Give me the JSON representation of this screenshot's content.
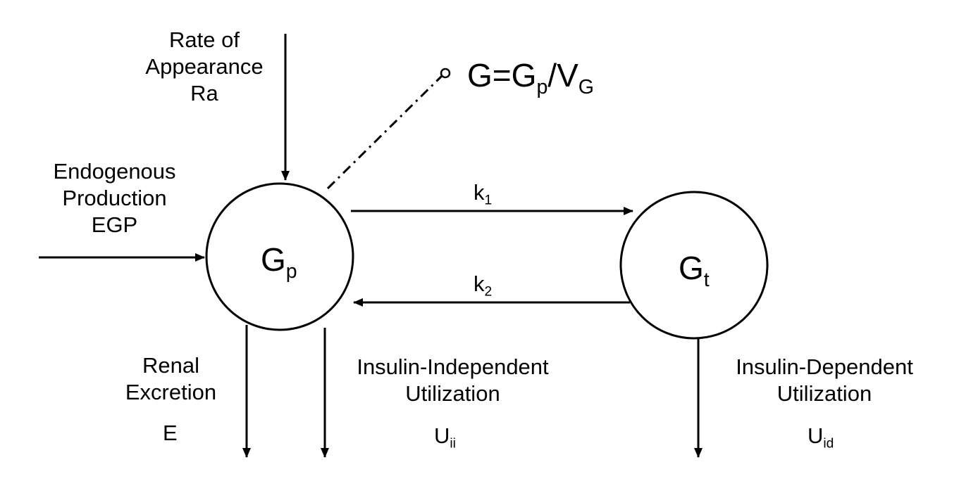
{
  "labels": {
    "rate_of_appearance": [
      "Rate of",
      "Appearance",
      "Ra"
    ],
    "endogenous_production": [
      "Endogenous",
      "Production",
      "EGP"
    ],
    "renal_excretion": [
      "Renal",
      "Excretion"
    ],
    "renal_symbol": "E",
    "insulin_independent": [
      "Insulin-Independent",
      "Utilization"
    ],
    "insulin_independent_symbol": {
      "base": "U",
      "sub": "ii"
    },
    "insulin_dependent": [
      "Insulin-Dependent",
      "Utilization"
    ],
    "insulin_dependent_symbol": {
      "base": "U",
      "sub": "id"
    }
  },
  "compartments": {
    "plasma": {
      "base": "G",
      "sub": "p"
    },
    "tissue": {
      "base": "G",
      "sub": "t"
    }
  },
  "rates": {
    "k1": {
      "base": "k",
      "sub": "1"
    },
    "k2": {
      "base": "k",
      "sub": "2"
    }
  },
  "equation": {
    "lhs": "G=G",
    "lhs_sub": "p",
    "rhs": "/V",
    "rhs_sub": "G"
  }
}
